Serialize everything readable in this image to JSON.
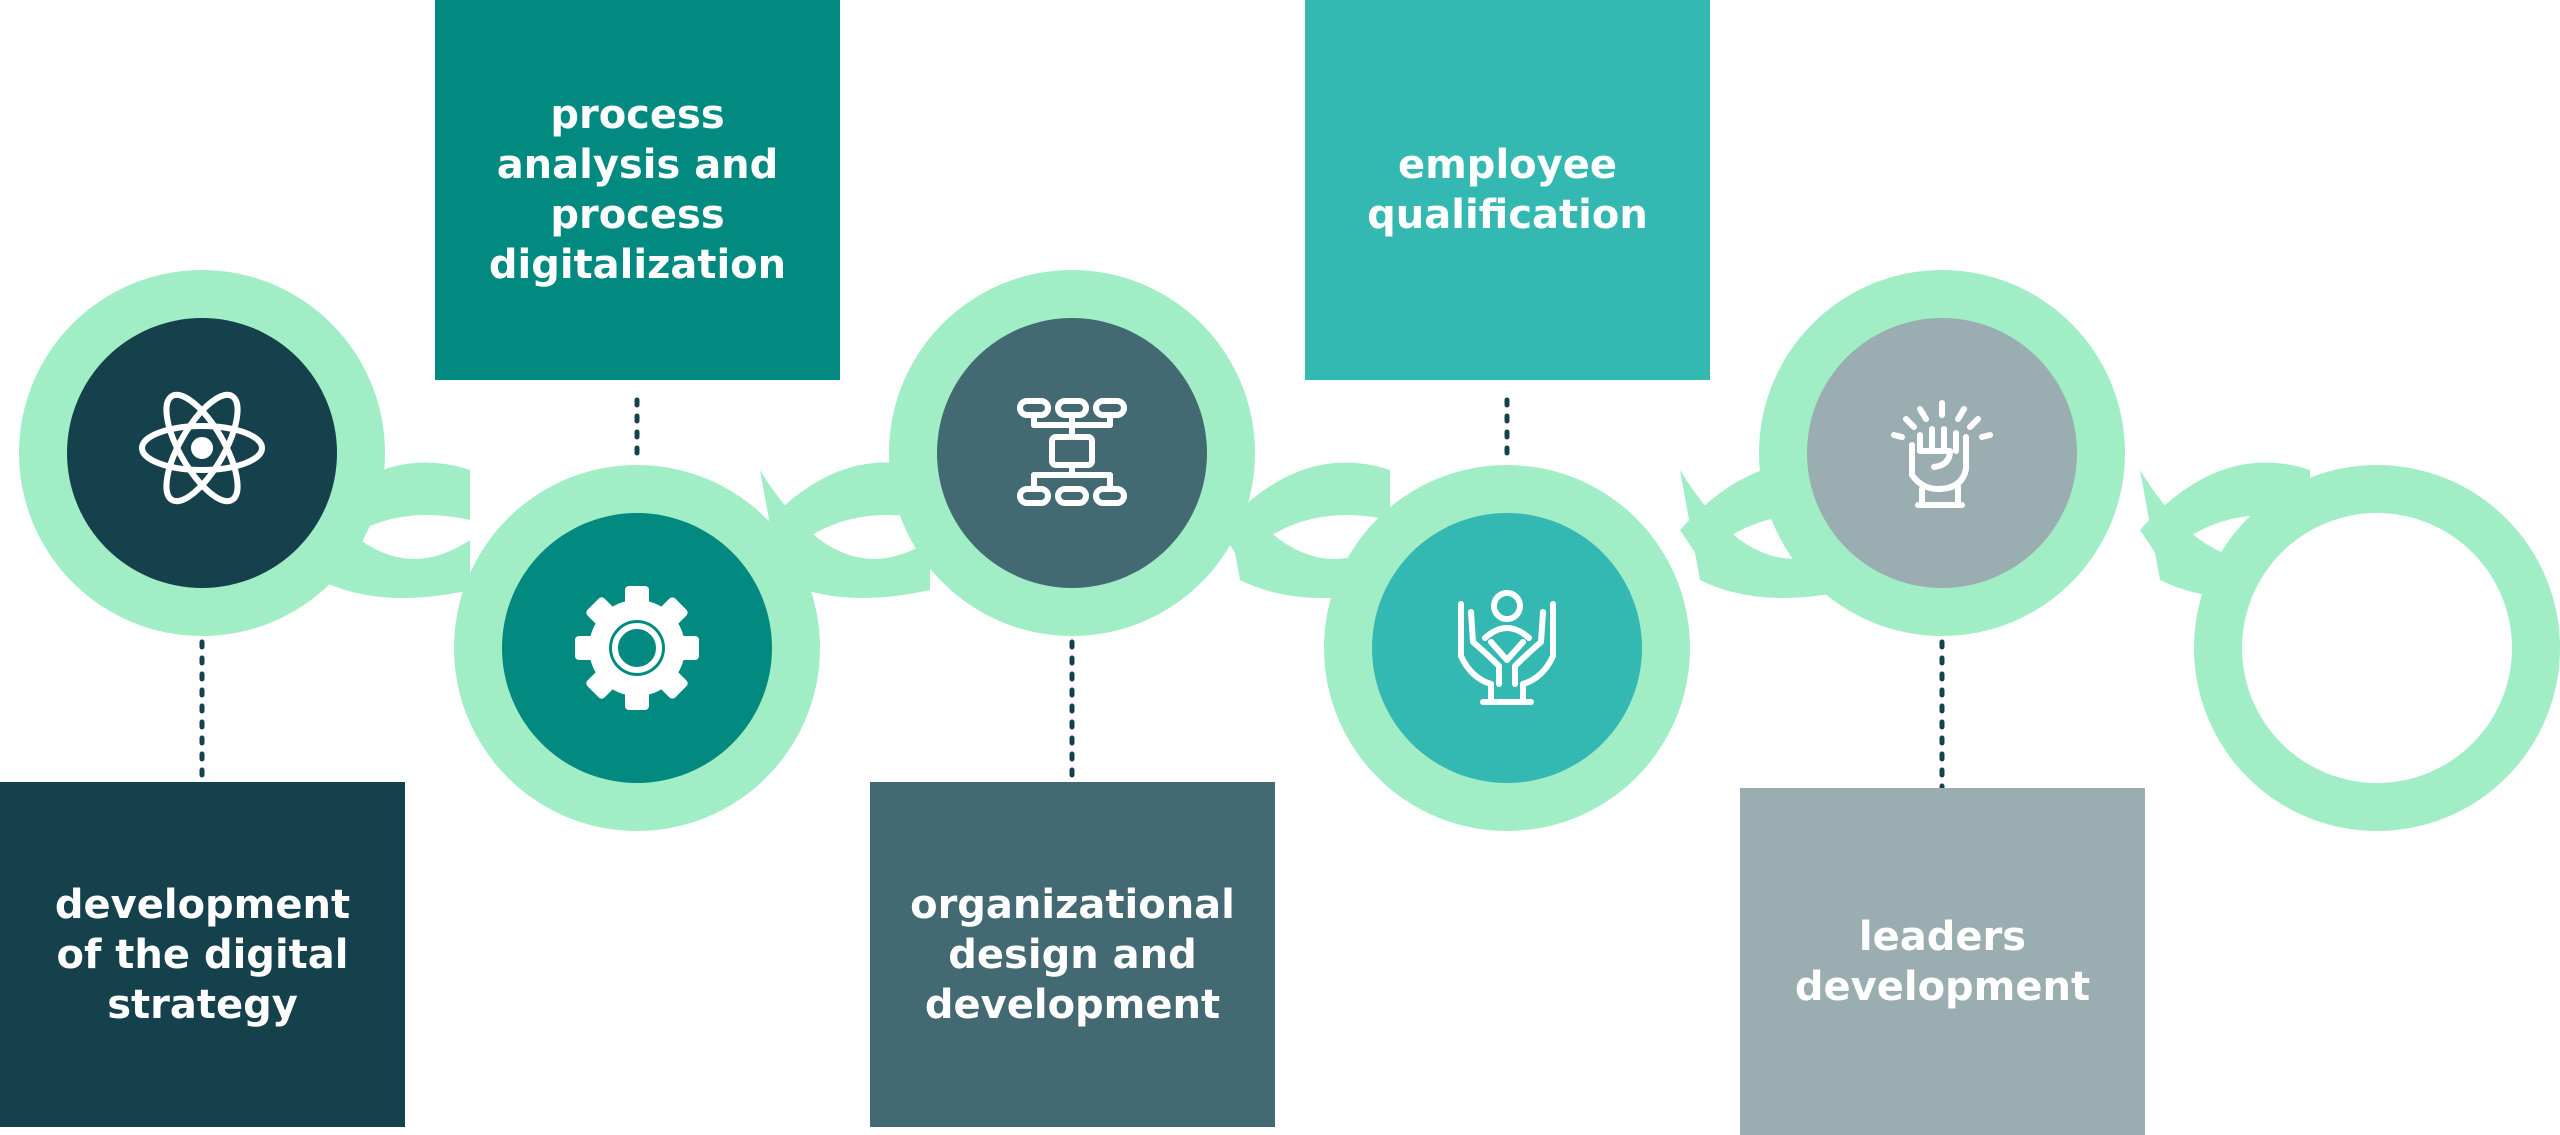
{
  "colors": {
    "background": "#ffffff",
    "track": "#a1edc6",
    "dark_teal": "#15414c",
    "teal": "#038a80",
    "slate": "#436972",
    "aqua": "#34b8b2",
    "gray": "#9aadb0",
    "connector": "#15414c"
  },
  "steps": [
    {
      "label": "development\nof the digital\nstrategy",
      "icon": "atom-icon",
      "color": "#15414c"
    },
    {
      "label": "process\nanalysis and\nprocess\ndigitalization",
      "icon": "gear-icon",
      "color": "#038a80"
    },
    {
      "label": "organizational\ndesign and\ndevelopment",
      "icon": "org-chart-icon",
      "color": "#436972"
    },
    {
      "label": "employee\nqualification",
      "icon": "hands-person-icon",
      "color": "#34b8b2"
    },
    {
      "label": "leaders\ndevelopment",
      "icon": "raised-fist-icon",
      "color": "#9aadb0"
    }
  ]
}
